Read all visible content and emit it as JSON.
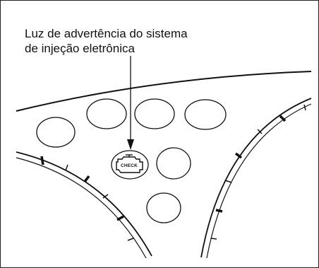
{
  "callout": {
    "line1": "Luz de advertência do sistema",
    "line2": "de injeção eletrônica"
  },
  "indicator": {
    "label": "CHECK",
    "icon": "check-engine-icon"
  },
  "colors": {
    "ink": "#111111",
    "background": "#ffffff"
  }
}
